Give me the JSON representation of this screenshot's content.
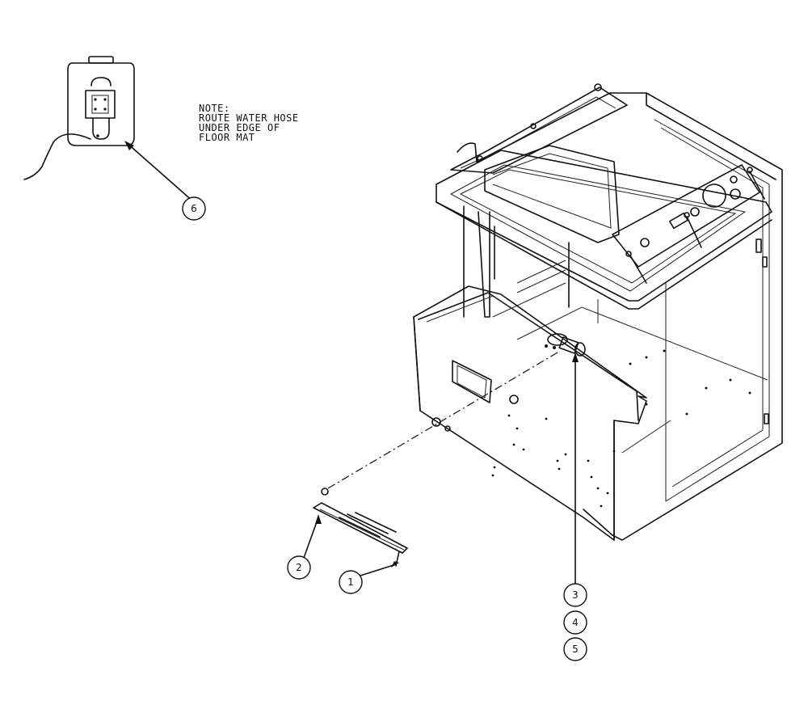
{
  "note": {
    "lines": [
      "NOTE:",
      "ROUTE WATER HOSE",
      "UNDER EDGE OF",
      "FLOOR MAT"
    ]
  },
  "callouts": [
    {
      "id": "1",
      "label": "1"
    },
    {
      "id": "2",
      "label": "2"
    },
    {
      "id": "3",
      "label": "3"
    },
    {
      "id": "4",
      "label": "4"
    },
    {
      "id": "5",
      "label": "5"
    },
    {
      "id": "6",
      "label": "6"
    }
  ]
}
